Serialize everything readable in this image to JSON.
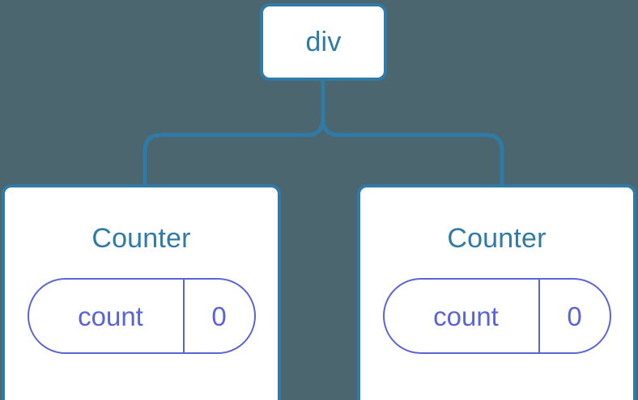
{
  "canvas": {
    "background_color": "#4c6670",
    "node_border_color": "#2f7aa7",
    "node_fill_color": "#ffffff",
    "node_text_color": "#2f7aa7",
    "state_color": "#5b64d4",
    "edge_color": "#2f7aa7"
  },
  "tree": {
    "root": {
      "label": "div"
    },
    "children": [
      {
        "label": "Counter",
        "state": {
          "key": "count",
          "value": "0"
        }
      },
      {
        "label": "Counter",
        "state": {
          "key": "count",
          "value": "0"
        }
      }
    ]
  }
}
